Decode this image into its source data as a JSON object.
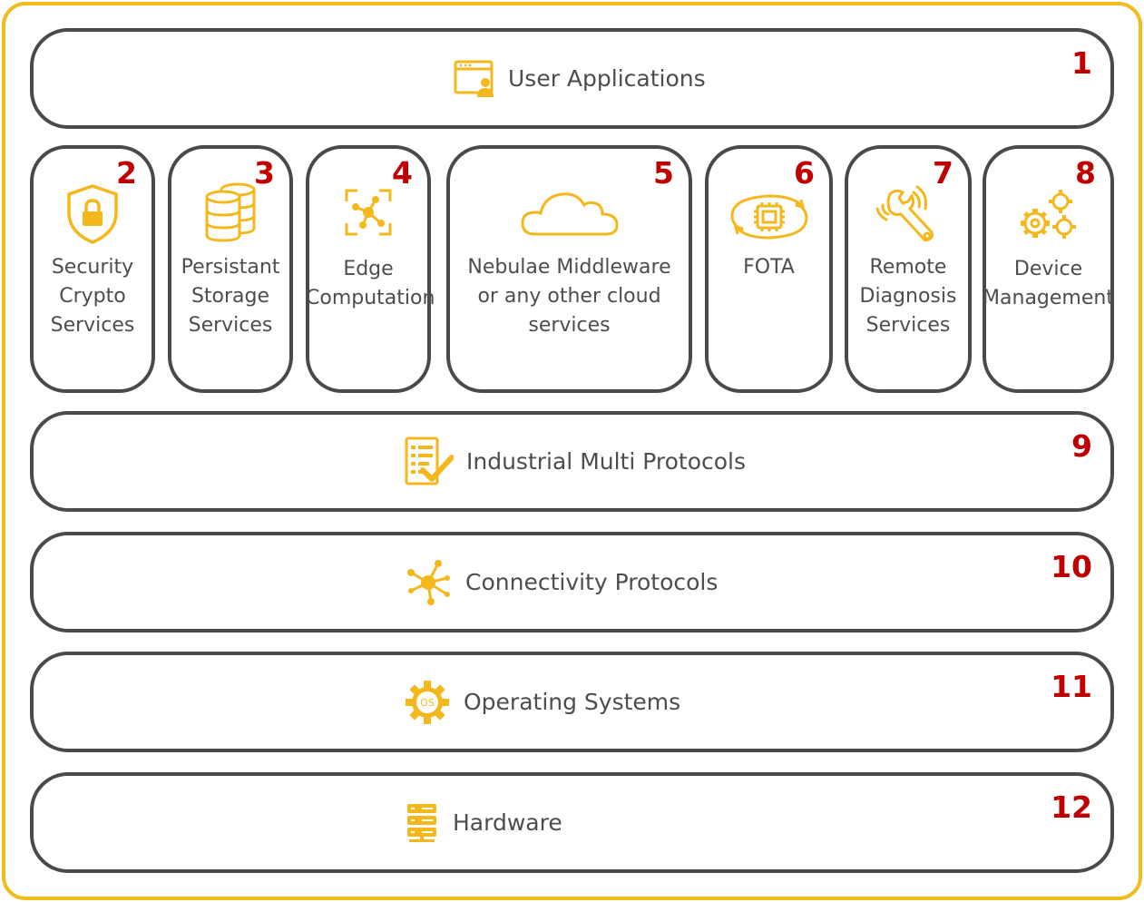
{
  "layers": {
    "user_applications": {
      "number": "1",
      "label": "User Applications",
      "icon": "user-app-window-icon"
    },
    "industrial_multi_protocols": {
      "number": "9",
      "label": "Industrial Multi Protocols",
      "icon": "checklist-icon"
    },
    "connectivity_protocols": {
      "number": "10",
      "label": "Connectivity Protocols",
      "icon": "network-hub-icon"
    },
    "operating_systems": {
      "number": "11",
      "label": "Operating Systems",
      "icon": "os-gear-icon"
    },
    "hardware": {
      "number": "12",
      "label": "Hardware",
      "icon": "server-rack-icon"
    }
  },
  "services": [
    {
      "number": "2",
      "lines": [
        "Security",
        "Crypto",
        "Services"
      ],
      "icon": "shield-lock-icon"
    },
    {
      "number": "3",
      "lines": [
        "Persistant",
        "Storage",
        "Services"
      ],
      "icon": "database-icon"
    },
    {
      "number": "4",
      "lines": [
        "Edge",
        "Computation"
      ],
      "icon": "edge-network-icon"
    },
    {
      "number": "5",
      "lines": [
        "Nebulae Middleware",
        "or any other cloud",
        "services"
      ],
      "icon": "cloud-icon"
    },
    {
      "number": "6",
      "lines": [
        "FOTA"
      ],
      "icon": "chip-update-icon"
    },
    {
      "number": "7",
      "lines": [
        "Remote",
        "Diagnosis",
        "Services"
      ],
      "icon": "wrench-signal-icon"
    },
    {
      "number": "8",
      "lines": [
        "Device",
        "Management"
      ],
      "icon": "gears-icon"
    }
  ],
  "colors": {
    "accent": "#f0bc1e",
    "icon": "#f5b81c",
    "number": "#c00000",
    "border": "#4a4a4a",
    "text": "#4d4d4d"
  }
}
